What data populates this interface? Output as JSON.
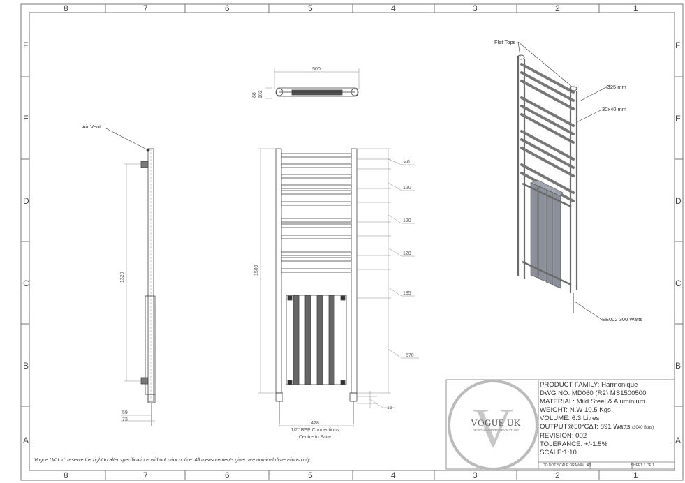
{
  "border": {
    "columns": [
      "8",
      "7",
      "6",
      "5",
      "4",
      "3",
      "2",
      "1"
    ],
    "rows": [
      "F",
      "E",
      "D",
      "C",
      "B",
      "A"
    ]
  },
  "top_view": {
    "width_dim": "500",
    "height_dims": [
      "88",
      "102"
    ]
  },
  "side_view": {
    "callout": "Air Vent",
    "height_dim": "1320",
    "bottom_dims": [
      "59",
      "73"
    ]
  },
  "front_view": {
    "height_dim": "1500",
    "right_dims": [
      "40",
      "120",
      "120",
      "120",
      "185",
      "570"
    ],
    "small_dim": "16",
    "bottom_dim": "428",
    "bottom_note_1": "1/2\" BSP Connections",
    "bottom_note_2": "Centre to Face"
  },
  "iso_view": {
    "callouts": {
      "flat_tops": "Flat Tops",
      "diameter": "Ø25 mm",
      "section": "30x40 mm",
      "element": "EE002 300 Watts"
    }
  },
  "disclaimer": "Vogue UK Ltd. reserve the right to alter specifications without prior notice. All measurements given are nominal dimensions only.",
  "logo": {
    "letter": "V",
    "name": "VOGUE UK",
    "tagline": "DESIGN INSPIRED BY NATURE"
  },
  "title_block": {
    "product_family": "PRODUCT FAMILY: Harmonique",
    "dwg_no": "DWG NO: MD060 (R2) MS1500500",
    "material": "MATERIAL: Mild Steel & Aluminium",
    "weight": "WEIGHT: N.W 10.5 Kgs",
    "volume": "VOLUME: 6.3 Litres",
    "output": "OUTPUT@50°C∆T: 891 Watts",
    "output_btu": "(3040 Btus)",
    "revision": "REVISION: 002",
    "tolerance": "TOLERANCE: +/-1.5%",
    "scale": "SCALE:1:10"
  },
  "footer": {
    "do_not_scale": "DO NOT SCALE DRAWING",
    "size": "A3",
    "sheet": "SHEET 1 OF 1"
  }
}
